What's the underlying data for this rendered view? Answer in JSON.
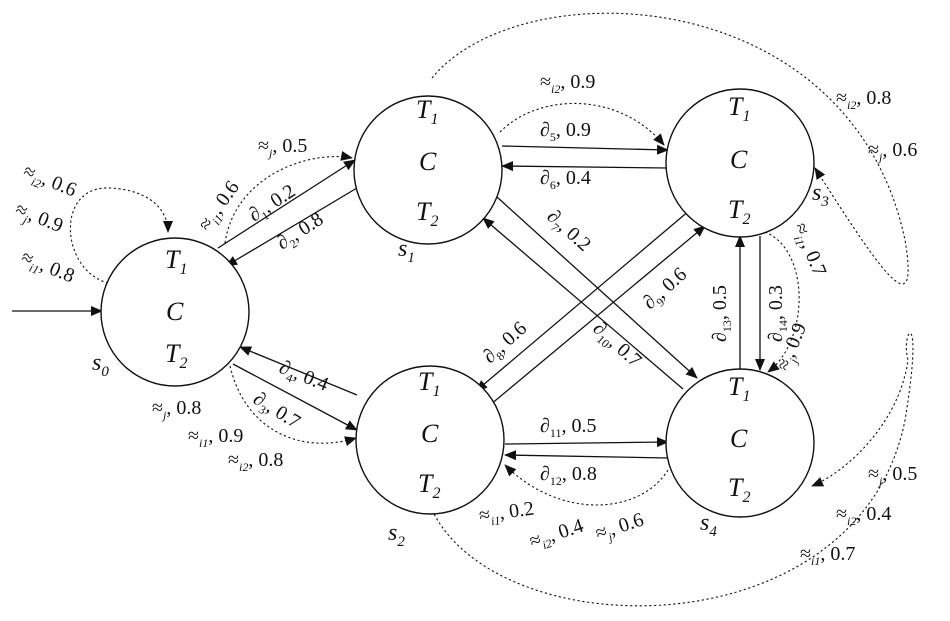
{
  "nodes": [
    {
      "id": "s0",
      "name": "s",
      "sub": "0",
      "vars": {
        "t1": "T",
        "t1s": "1",
        "c": "C",
        "t2": "T",
        "t2s": "2"
      }
    },
    {
      "id": "s1",
      "name": "s",
      "sub": "1",
      "vars": {
        "t1": "T",
        "t1s": "1",
        "c": "C",
        "t2": "T",
        "t2s": "2"
      }
    },
    {
      "id": "s2",
      "name": "s",
      "sub": "2",
      "vars": {
        "t1": "T",
        "t1s": "1",
        "c": "C",
        "t2": "T",
        "t2s": "2"
      }
    },
    {
      "id": "s3",
      "name": "s",
      "sub": "3",
      "vars": {
        "t1": "T",
        "t1s": "1",
        "c": "C",
        "t2": "T",
        "t2s": "2"
      }
    },
    {
      "id": "s4",
      "name": "s",
      "sub": "4",
      "vars": {
        "t1": "T",
        "t1s": "1",
        "c": "C",
        "t2": "T",
        "t2s": "2"
      }
    }
  ],
  "edge_labels": [
    {
      "id": "e-s0-self-i2",
      "sym": "≈",
      "sub": "i2",
      "prob": ", 0.6"
    },
    {
      "id": "e-s0-self-j",
      "sym": "≈",
      "sub": "j",
      "prob": ", 0.9"
    },
    {
      "id": "e-s0-self-i1",
      "sym": "≈",
      "sub": "i1",
      "prob": ", 0.8"
    },
    {
      "id": "e-s0-s1-i1",
      "sym": "≈",
      "sub": "i1",
      "prob": ", 0.6"
    },
    {
      "id": "e-s0-s1-j",
      "sym": "≈",
      "sub": "j",
      "prob": ", 0.5"
    },
    {
      "id": "e-s0-s1-d1",
      "sym": "∂",
      "sub": "1",
      "prob": ", 0.2"
    },
    {
      "id": "e-s1-s0-d2",
      "sym": "∂",
      "sub": "2",
      "prob": ", 0.8"
    },
    {
      "id": "e-s1-s3-i2",
      "sym": "≈",
      "sub": "i2",
      "prob": ", 0.9"
    },
    {
      "id": "e-s1-s3-d5",
      "sym": "∂",
      "sub": "5",
      "prob": ", 0.9"
    },
    {
      "id": "e-s3-s1-d6",
      "sym": "∂",
      "sub": "6",
      "prob": ", 0.4"
    },
    {
      "id": "e-s1-s4-d7",
      "sym": "∂",
      "sub": "7",
      "prob": ", 0.2"
    },
    {
      "id": "e-s4-s1-d10",
      "sym": "∂",
      "sub": "10",
      "prob": ", 0.7"
    },
    {
      "id": "e-s2-s3-d9",
      "sym": "∂",
      "sub": "9",
      "prob": ", 0.6"
    },
    {
      "id": "e-s3-s2-d8",
      "sym": "∂",
      "sub": "8",
      "prob": ", 0.6"
    },
    {
      "id": "e-s4-s3-d13",
      "sym": "∂",
      "sub": "13",
      "prob": ", 0.5"
    },
    {
      "id": "e-s3-s4-d14",
      "sym": "∂",
      "sub": "14",
      "prob": ", 0.3"
    },
    {
      "id": "e-s3-s4-i1",
      "sym": "≈",
      "sub": "i1",
      "prob": ", 0.7"
    },
    {
      "id": "e-s3-s4-j",
      "sym": "≈",
      "sub": "j",
      "prob": ", 0.9"
    },
    {
      "id": "e-s0-s2-d3",
      "sym": "∂",
      "sub": "3",
      "prob": ", 0.7"
    },
    {
      "id": "e-s2-s0-d4",
      "sym": "∂",
      "sub": "4",
      "prob": ", 0.4"
    },
    {
      "id": "e-s0-s2-j",
      "sym": "≈",
      "sub": "j",
      "prob": ", 0.8"
    },
    {
      "id": "e-s0-s2-i1",
      "sym": "≈",
      "sub": "i1",
      "prob": ", 0.9"
    },
    {
      "id": "e-s0-s2-i2",
      "sym": "≈",
      "sub": "i2",
      "prob": ", 0.8"
    },
    {
      "id": "e-s2-s4-d11",
      "sym": "∂",
      "sub": "11",
      "prob": ", 0.5"
    },
    {
      "id": "e-s4-s2-d12",
      "sym": "∂",
      "sub": "12",
      "prob": ", 0.8"
    },
    {
      "id": "e-s4-s2-i1",
      "sym": "≈",
      "sub": "i1",
      "prob": ", 0.2"
    },
    {
      "id": "e-s4-s2-i2",
      "sym": "≈",
      "sub": "i2",
      "prob": ", 0.4"
    },
    {
      "id": "e-s4-s2-j",
      "sym": "≈",
      "sub": "j",
      "prob": ", 0.6"
    },
    {
      "id": "e-s1-s3big-i2",
      "sym": "≈",
      "sub": "i2",
      "prob": ", 0.8"
    },
    {
      "id": "e-s1-s3big-j",
      "sym": "≈",
      "sub": "j",
      "prob": ", 0.6"
    },
    {
      "id": "e-s2-s4big-j",
      "sym": "≈",
      "sub": "j",
      "prob": ", 0.5"
    },
    {
      "id": "e-s2-s4big-i2",
      "sym": "≈",
      "sub": "i2",
      "prob": ", 0.4"
    },
    {
      "id": "e-s2-s4big-i1",
      "sym": "≈",
      "sub": "i1",
      "prob": ", 0.7"
    }
  ]
}
